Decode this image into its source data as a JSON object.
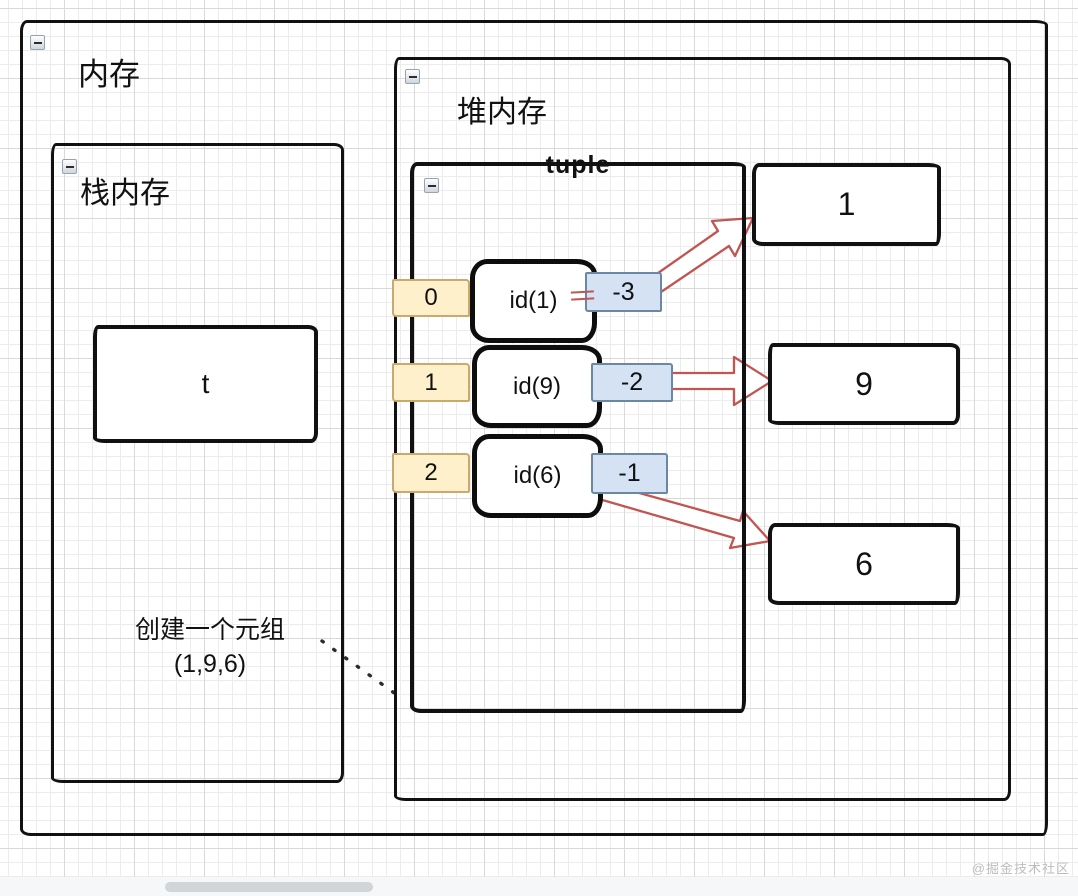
{
  "diagram": {
    "memory": {
      "label": "内存"
    },
    "stack": {
      "label": "栈内存",
      "variable": "t"
    },
    "heap": {
      "label": "堆内存"
    },
    "tuple": {
      "label": "tuple",
      "slots": [
        {
          "index": "0",
          "id": "id(1)",
          "ref": "-3",
          "value": "1"
        },
        {
          "index": "1",
          "id": "id(9)",
          "ref": "-2",
          "value": "9"
        },
        {
          "index": "2",
          "id": "id(6)",
          "ref": "-1",
          "value": "6"
        }
      ]
    },
    "annotation": {
      "line1": "创建一个元组",
      "line2": "(1,9,6)"
    }
  },
  "watermark": "@掘金技术社区",
  "colors": {
    "index_fill": "#fdf0cb",
    "index_stroke": "#c9a96d",
    "ref_fill": "#d4e2f4",
    "ref_stroke": "#6b87a6",
    "arrow": "#c05551",
    "ink": "#111111"
  }
}
